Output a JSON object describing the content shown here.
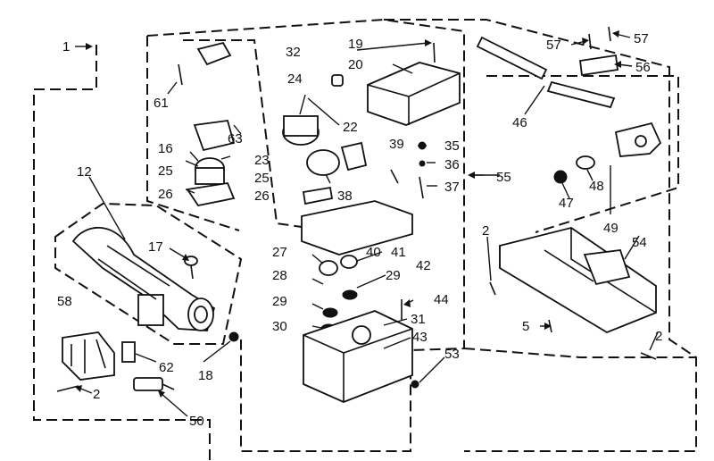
{
  "labels": {
    "1": "1",
    "2": "2",
    "5": "5",
    "12": "12",
    "16": "16",
    "17": "17",
    "18": "18",
    "19": "19",
    "20": "20",
    "22": "22",
    "23": "23",
    "24": "24",
    "25": "25",
    "26": "26",
    "27": "27",
    "28": "28",
    "29": "29",
    "30": "30",
    "31": "31",
    "32": "32",
    "35": "35",
    "36": "36",
    "37": "37",
    "38": "38",
    "39": "39",
    "40": "40",
    "41": "41",
    "42": "42",
    "43": "43",
    "44": "44",
    "46": "46",
    "47": "47",
    "48": "48",
    "49": "49",
    "50": "50",
    "53": "53",
    "54": "54",
    "55": "55",
    "56": "56",
    "57": "57",
    "58": "58",
    "61": "61",
    "62": "62",
    "63": "63"
  }
}
